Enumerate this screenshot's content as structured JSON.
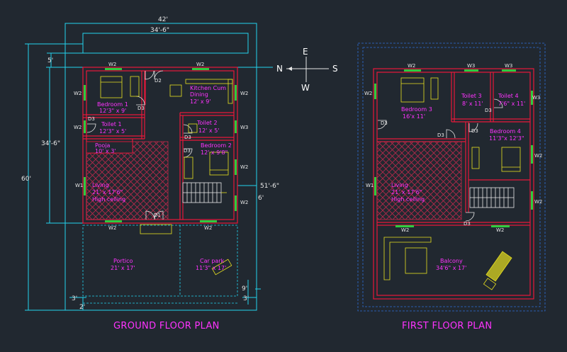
{
  "compass": {
    "north": "N",
    "east": "E",
    "south": "S",
    "west": "W"
  },
  "ground_floor": {
    "title": "GROUND FLOOR PLAN",
    "dims": {
      "overall_width": "42'",
      "building_width": "34'-6\"",
      "setback_top": "5'",
      "building_depth": "34'-6\"",
      "overall_depth": "60'",
      "right_offset": "51'-6\"",
      "right_small": "6'",
      "bottom_right_a": "9'",
      "bottom_right_b": "3'",
      "bottom_left_a": "3'",
      "bottom_left_b": "2'"
    },
    "rooms": {
      "bedroom1_name": "Bedroom 1",
      "bedroom1_size": "12'3\" x 9'",
      "kitchen_name1": "Kitchen Cum",
      "kitchen_name2": "Dining",
      "kitchen_size": "12' x 9'",
      "toilet1_name": "Toilet 1",
      "toilet1_size": "12'3\" x 5'",
      "toilet2_name": "Toilet 2",
      "toilet2_size": "12' x 5'",
      "pooja_name": "Pooja",
      "pooja_size": "10' x 3'",
      "bedroom2_name": "Bedroom 2",
      "bedroom2_size": "12' x 9'8\"",
      "living_name": "Living",
      "living_size": "21' x 17'6\"",
      "living_note": "High ceiling",
      "portico_name": "Portico",
      "portico_size": "21' x 17'",
      "carpark_name": "Car park",
      "carpark_size": "11'3\" x 17'"
    },
    "tags": {
      "w2": "W2",
      "w1": "W1",
      "w3": "W3",
      "d1": "D1",
      "d2": "D2",
      "d3": "D3"
    }
  },
  "first_floor": {
    "title": "FIRST FLOOR PLAN",
    "rooms": {
      "bedroom3_name": "Bedroom 3",
      "bedroom3_size": "16'x 11'",
      "toilet3_name": "Toilet 3",
      "toilet3_size": "8' x 11'",
      "toilet4_name": "Toilet 4",
      "toilet4_size": "7'6\" x 11'",
      "bedroom4_name": "Bedroom 4",
      "bedroom4_size": "11'3\"x 12'3\"",
      "living_name": "Living",
      "living_size": "21' x 17'6\"",
      "living_note": "High ceiling",
      "balcony_name": "Balcony",
      "balcony_size": "34'6\" x 17'"
    },
    "tags": {
      "w1": "W1",
      "w2": "W2",
      "w3": "W3",
      "d3": "D3"
    }
  },
  "colors": {
    "background": "#212830",
    "wall": "#e8183a",
    "dimension": "#22d3ee",
    "label": "#ff33ff",
    "window": "#2ecc40",
    "furniture": "#e8e020",
    "hatch": "#c02848",
    "plot_line": "#2f6fd8"
  }
}
